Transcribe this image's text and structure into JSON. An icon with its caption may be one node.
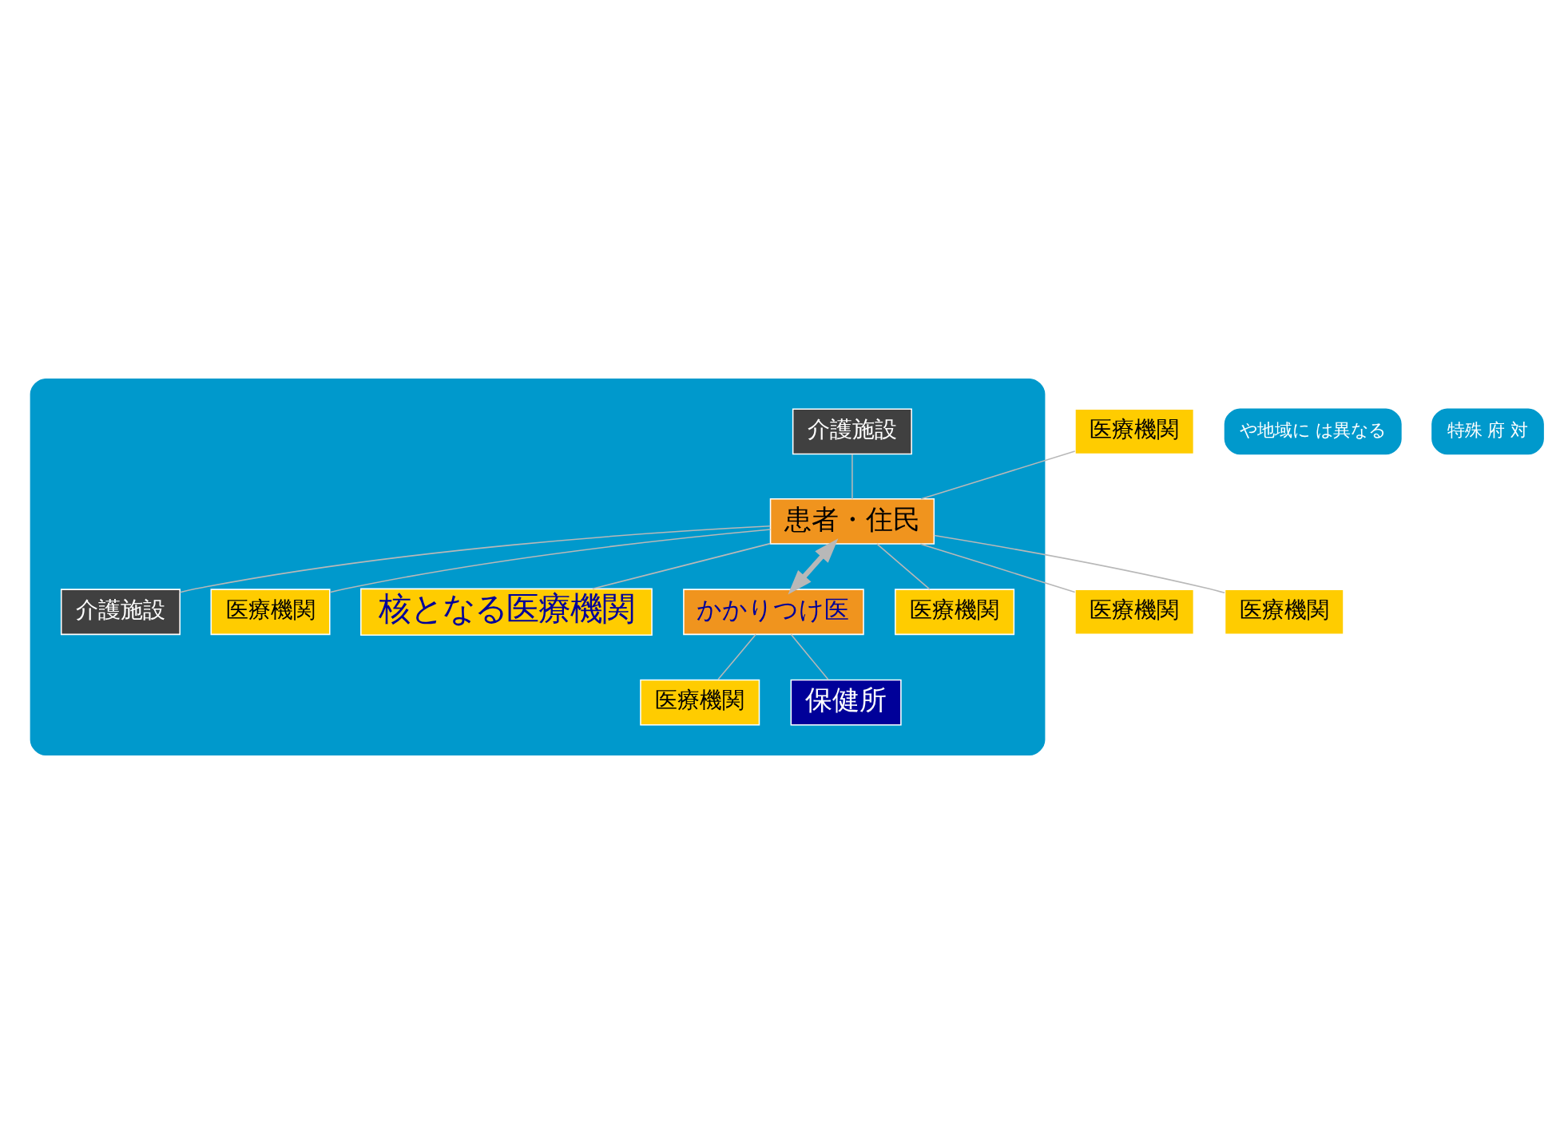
{
  "diagram": {
    "nodes": [
      {
        "text": [],
        "shape": "ellipse"
      },
      {
        "text": [
          "医療機関"
        ]
      },
      {
        "text": [
          "医療機関"
        ]
      },
      {
        "text": [
          "介護施設"
        ],
        "in": 0
      },
      {
        "text": [
          "患者・住民"
        ],
        "in": 0
      },
      {
        "text": [
          "介護施設"
        ],
        "in": 0
      },
      {
        "text": [
          "医療機関"
        ],
        "in": 0
      },
      {
        "text": [
          "核となる医療機関"
        ],
        "in": 0
      },
      {
        "text": [
          "かかりつけ医"
        ],
        "in": 0
      },
      {
        "text": [
          "医療機関"
        ],
        "in": 0
      },
      {
        "text": [
          "医療機関"
        ],
        "in": 0
      },
      {
        "text": [
          "保健所"
        ],
        "in": 0
      },
      {
        "text": [
          "医療機関"
        ]
      }
    ],
    "edges": [
      {
        "from": 1,
        "to": 4,
        "arrow": "none"
      },
      {
        "from": 4,
        "to": 2,
        "arrow": "none"
      },
      {
        "from": 3,
        "to": 4,
        "arrow": "none"
      },
      {
        "from": 4,
        "to": 5,
        "arrow": "none"
      },
      {
        "from": 4,
        "to": 6,
        "arrow": "none"
      },
      {
        "from": 4,
        "to": 9,
        "arrow": "none"
      },
      {
        "from": 4,
        "to": 7,
        "arrow": "none"
      },
      {
        "from": 4,
        "to": 8,
        "arrow": "both",
        "style": "thick"
      },
      {
        "from": 4,
        "to": 12,
        "arrow": "none"
      },
      {
        "from": 8,
        "to": 10,
        "arrow": "none"
      },
      {
        "from": 8,
        "to": 11,
        "arrow": "none"
      }
    ],
    "labels": [
      "や地域に は異なる",
      "特殊 府 対"
    ]
  }
}
